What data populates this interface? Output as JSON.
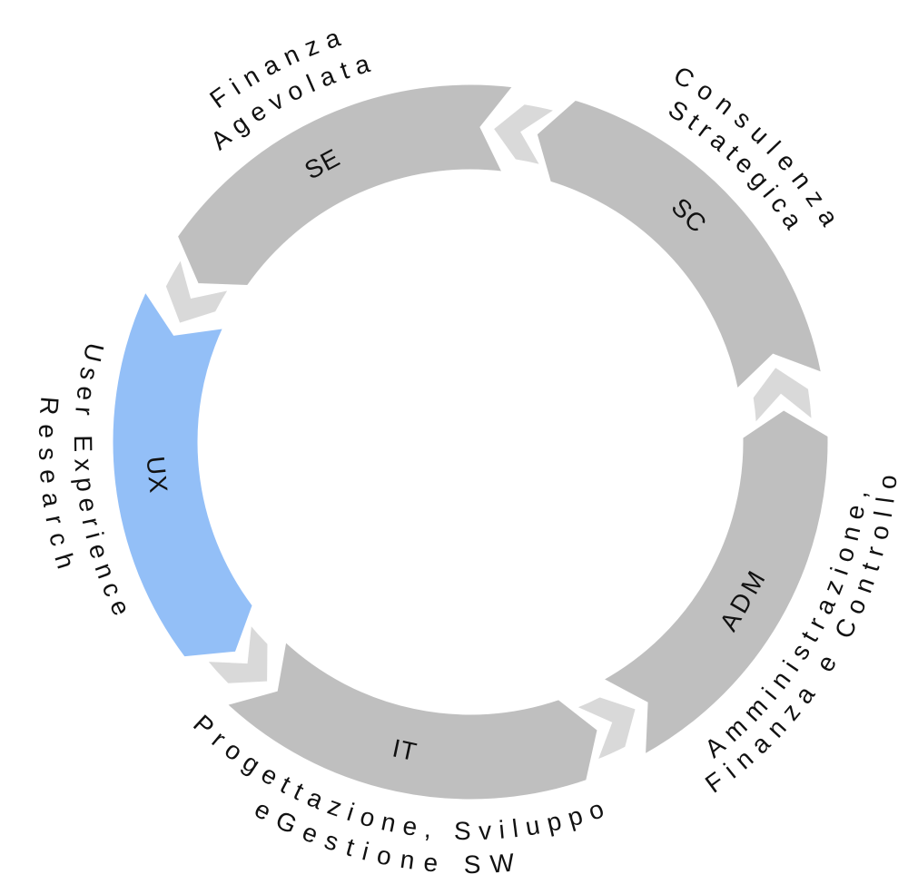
{
  "diagram": {
    "type": "cycle",
    "flow_direction": "counterclockwise",
    "connector_color": "#d9d9d9",
    "text_color": "#111111",
    "segments": [
      {
        "code": "SC",
        "title_lines": [
          "Consulenza",
          "Strategica"
        ],
        "color": "#bfbfbf",
        "highlighted": false
      },
      {
        "code": "SE",
        "title_lines": [
          "Finanza",
          "Agevolata"
        ],
        "color": "#bfbfbf",
        "highlighted": false
      },
      {
        "code": "UX",
        "title_lines": [
          "User Experience",
          "Research"
        ],
        "color": "#93bff7",
        "highlighted": true
      },
      {
        "code": "IT",
        "title_lines": [
          "Progettazione, Sviluppo",
          "eGestione SW"
        ],
        "color": "#bfbfbf",
        "highlighted": false
      },
      {
        "code": "ADM",
        "title_lines": [
          "Amministrazione,",
          "Finanza e Controllo"
        ],
        "color": "#bfbfbf",
        "highlighted": false
      }
    ]
  }
}
